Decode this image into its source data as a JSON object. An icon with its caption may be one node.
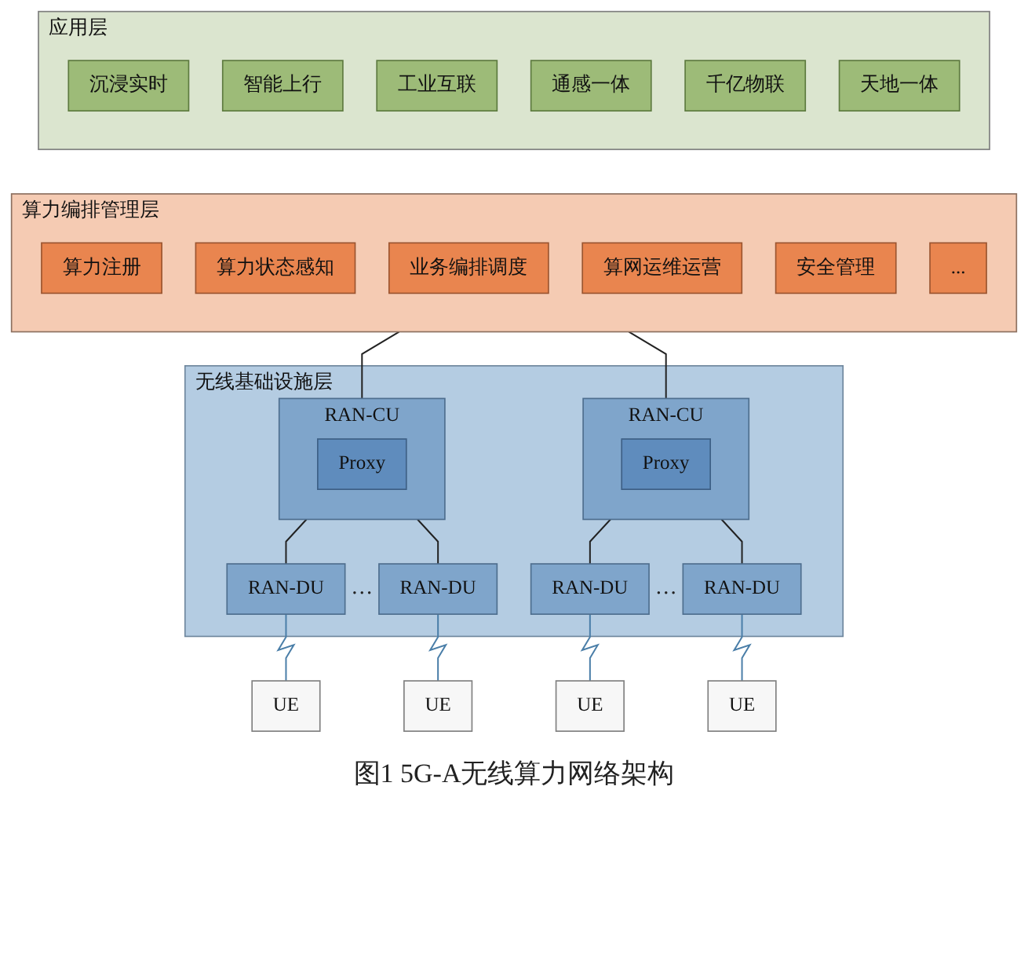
{
  "diagram": {
    "caption": "图1 5G-A无线算力网络架构",
    "nodes": [
      {
        "text": [
          "应用层"
        ]
      },
      {
        "text": [
          "沉浸实时"
        ],
        "in": 0
      },
      {
        "text": [
          "智能上行"
        ],
        "in": 0
      },
      {
        "text": [
          "工业互联"
        ],
        "in": 0
      },
      {
        "text": [
          "通感一体"
        ],
        "in": 0
      },
      {
        "text": [
          "千亿物联"
        ],
        "in": 0
      },
      {
        "text": [
          "天地一体"
        ],
        "in": 0
      },
      {
        "text": [
          "算力编排管理层"
        ]
      },
      {
        "text": [
          "算力注册"
        ],
        "in": 7
      },
      {
        "text": [
          "算力状态感知"
        ],
        "in": 7
      },
      {
        "text": [
          "业务编排调度"
        ],
        "in": 7
      },
      {
        "text": [
          "算网运维运营"
        ],
        "in": 7
      },
      {
        "text": [
          "安全管理"
        ],
        "in": 7
      },
      {
        "text": [
          "..."
        ],
        "in": 7
      },
      {
        "text": [
          "无线基础设施层"
        ]
      },
      {
        "text": [
          "RAN-CU"
        ],
        "in": 14
      },
      {
        "text": [
          "Proxy"
        ],
        "in": 15
      },
      {
        "text": [
          "RAN-CU"
        ],
        "in": 14
      },
      {
        "text": [
          "Proxy"
        ],
        "in": 17
      },
      {
        "text": [
          "RAN-DU"
        ],
        "in": 14
      },
      {
        "text": [
          "RAN-DU"
        ],
        "in": 14
      },
      {
        "text": [
          "RAN-DU"
        ],
        "in": 14
      },
      {
        "text": [
          "RAN-DU"
        ],
        "in": 14
      },
      {
        "text": [
          "UE"
        ]
      },
      {
        "text": [
          "UE"
        ]
      },
      {
        "text": [
          "UE"
        ]
      },
      {
        "text": [
          "UE"
        ]
      }
    ],
    "edges": [
      {
        "from": 7,
        "to": 15,
        "arrow": "none"
      },
      {
        "from": 7,
        "to": 17,
        "arrow": "none"
      },
      {
        "from": 15,
        "to": 19,
        "arrow": "none"
      },
      {
        "from": 15,
        "to": 20,
        "arrow": "none"
      },
      {
        "from": 17,
        "to": 21,
        "arrow": "none"
      },
      {
        "from": 17,
        "to": 22,
        "arrow": "none"
      },
      {
        "from": 19,
        "to": 23,
        "arrow": "none",
        "color": "#4a7ea8"
      },
      {
        "from": 20,
        "to": 24,
        "arrow": "none",
        "color": "#4a7ea8"
      },
      {
        "from": 21,
        "to": 25,
        "arrow": "none",
        "color": "#4a7ea8"
      },
      {
        "from": 22,
        "to": 26,
        "arrow": "none",
        "color": "#4a7ea8"
      }
    ],
    "labels": [
      "…",
      "…"
    ]
  }
}
